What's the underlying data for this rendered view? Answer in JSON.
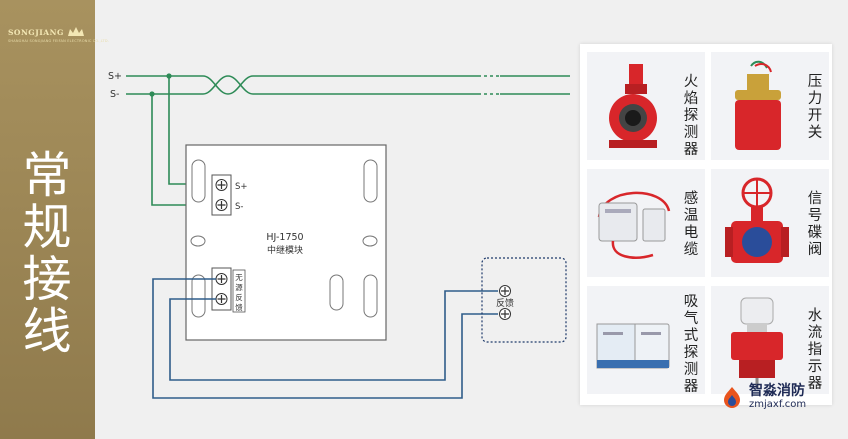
{
  "brand": {
    "name": "SONGJIANG",
    "subtitle": "SHANGHAI SONGJIANG FEIFAN ELECTRONIC CO.,LTD."
  },
  "sidebar": {
    "title_chars": [
      "常",
      "规",
      "接",
      "线"
    ]
  },
  "bus": {
    "s_plus": "S+",
    "s_minus": "S-"
  },
  "module": {
    "model": "HJ-1750",
    "name": "中继模块",
    "term_s_plus": "S+",
    "term_s_minus": "S-",
    "feedback_label_chars": [
      "无",
      "源",
      "反",
      "馈"
    ]
  },
  "external_terminal": {
    "label": "反馈"
  },
  "devices": [
    {
      "label_chars": [
        "火",
        "焰",
        "探",
        "测",
        "器"
      ],
      "icon": "flame-detector-icon"
    },
    {
      "label_chars": [
        "压",
        "力",
        "开",
        "关"
      ],
      "icon": "pressure-switch-icon"
    },
    {
      "label_chars": [
        "感",
        "温",
        "电",
        "缆"
      ],
      "icon": "heat-cable-icon"
    },
    {
      "label_chars": [
        "信",
        "号",
        "碟",
        "阀"
      ],
      "icon": "butterfly-valve-icon"
    },
    {
      "label_chars": [
        "吸",
        "气",
        "式",
        "探",
        "测",
        "器"
      ],
      "icon": "aspirating-detector-icon"
    },
    {
      "label_chars": [
        "水",
        "流",
        "指",
        "示",
        "器"
      ],
      "icon": "water-flow-indicator-icon"
    }
  ],
  "watermark": {
    "name": "智淼消防",
    "url": "zmjaxf.com"
  },
  "colors": {
    "sidebar": "#9c8655",
    "wire_green": "#2e8b57",
    "wire_blue": "#2f5d8a",
    "module_body": "#ffffff",
    "device_red": "#d8262a"
  }
}
